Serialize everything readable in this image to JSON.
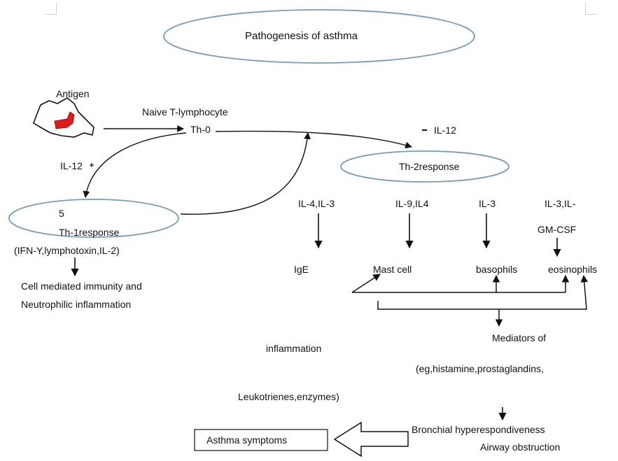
{
  "title": "Pathogenesis of asthma",
  "antigen": "Antigen",
  "naive": "Naive T-lymphocyte",
  "th0": "Th-0",
  "il12_right": "IL-12",
  "il12_left": "IL-12",
  "th2": "Th-2response",
  "th1_number": "5",
  "th1": "Th-1response",
  "th1_products": "(IFN-Y,lymphotoxin,IL-2)",
  "cell_mediated": "Cell mediated immunity and",
  "neutrophilic": "Neutrophilic inflammation",
  "il4_il3": "IL-4,IL-3",
  "il9_il4": "IL-9,IL4",
  "il3": "IL-3",
  "il3_il": "IL-3,IL-",
  "gmcsf": "GM-CSF",
  "ige": "IgE",
  "mast_cell": "Mast cell",
  "basophils": "basophils",
  "eosinophils": "eosinophils",
  "mediators_of": "Mediators of",
  "inflammation": "inflammation",
  "eg_histamine": "(eg,histamine,prostaglandins,",
  "leukotrienes": "Leukotrienes,enzymes)",
  "bronchial": "Bronchial hyperespondiveness",
  "airway": "Airway obstruction",
  "asthma_symptoms": "Asthma symptoms",
  "colors": {
    "ellipse_stroke": "#7a9bb5",
    "antigen_fill": "#e01b1b",
    "line": "#111111"
  }
}
